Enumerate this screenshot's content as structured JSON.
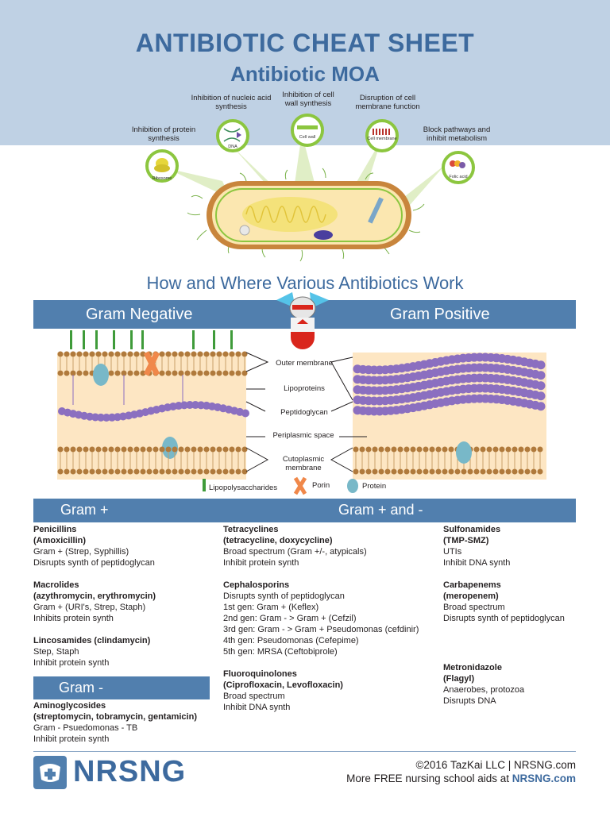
{
  "header": {
    "title": "ANTIBIOTIC CHEAT SHEET",
    "subtitle": "Antibiotic MOA"
  },
  "moa": {
    "protein_synthesis": "Inhibition of protein synthesis",
    "nucleic_acid": "Inhibition of nucleic acid synthesis",
    "cell_wall": "Inhibition of cell wall synthesis",
    "membrane": "Disruption of cell membrane function",
    "metabolism": "Block pathways and inhibit metabolism",
    "icons": {
      "ribosome": "Ribosome",
      "dna": "DNA",
      "cell_wall": "Cell wall",
      "cell_membrane": "Cell membrane",
      "folic_acid": "Folic acid"
    }
  },
  "section_title": "How and Where Various Antibiotics Work",
  "gram_bar": {
    "negative": "Gram Negative",
    "positive": "Gram Positive"
  },
  "diagram_labels": {
    "outer_membrane": "Outer membrane",
    "lipoproteins": "Lipoproteins",
    "peptidoglycan": "Peptidoglycan",
    "periplasmic": "Periplasmic space",
    "cytoplasmic": "Cutoplasmic membrane",
    "legend_lps": "Lipopolysaccharides",
    "legend_porin": "Porin",
    "legend_protein": "Protein"
  },
  "categories": {
    "gram_pos": "Gram +",
    "gram_pos_neg": "Gram + and -",
    "gram_neg": "Gram -"
  },
  "col1": [
    {
      "name": "Penicillins",
      "sub": "(Amoxicillin)",
      "lines": [
        "Gram + (Strep, Syphillis)",
        "Disrupts synth of peptidoglycan"
      ]
    },
    {
      "name": "Macrolides",
      "sub": "(azythromycin, erythromycin)",
      "lines": [
        "Gram + (URI's, Strep, Staph)",
        "Inhibits protein synth"
      ]
    },
    {
      "name": "Lincosamides (clindamycin)",
      "sub": "",
      "lines": [
        "Step, Staph",
        "Inhibit protein synth"
      ]
    }
  ],
  "col1_neg": [
    {
      "name": "Aminoglycosides",
      "sub": "(streptomycin, tobramycin, gentamicin)",
      "lines": [
        "Gram - Psuedomonas - TB",
        "Inhibit protein synth"
      ]
    }
  ],
  "col2": [
    {
      "name": "Tetracyclines",
      "sub": "(tetracycline, doxycycline)",
      "lines": [
        "Broad spectrum (Gram +/-, atypicals)",
        "Inhibit protein synth"
      ]
    },
    {
      "name": "Cephalosporins",
      "sub": "",
      "lines": [
        "Disrupts synth of peptidoglycan",
        "1st gen: Gram + (Keflex)",
        "2nd gen: Gram - > Gram + (Cefzil)",
        "3rd gen: Gram - > Gram + Pseudomonas (cefdinir)",
        "4th gen: Pseudomonas (Cefepime)",
        "5th gen: MRSA (Ceftobiprole)"
      ]
    },
    {
      "name": "Fluoroquinolones",
      "sub": "(Ciprofloxacin, Levofloxacin)",
      "lines": [
        "Broad spectrum",
        "Inhibit DNA synth"
      ]
    }
  ],
  "col3": [
    {
      "name": "Sulfonamides",
      "sub": "(TMP-SMZ)",
      "lines": [
        "UTIs",
        "Inhibit DNA synth"
      ]
    },
    {
      "name": "Carbapenems",
      "sub": "(meropenem)",
      "lines": [
        "Broad spectrum",
        "Disrupts synth of peptidoglycan"
      ]
    }
  ],
  "col3_extra": [
    {
      "name": "Metronidazole",
      "sub": "(Flagyl)",
      "lines": [
        "Anaerobes, protozoa",
        "Disrupts DNA"
      ]
    }
  ],
  "footer": {
    "logo": "NRSNG",
    "copyright": "©2016 TazKai LLC | NRSNG.com",
    "tagline_prefix": "More FREE nursing school aids at ",
    "tagline_link": "NRSNG.com"
  },
  "colors": {
    "header_bg": "#bfd1e4",
    "title_blue": "#3d6a9e",
    "bar_blue": "#517fae",
    "membrane_green": "#8cc63f",
    "bead_purple": "#8b6fc0",
    "bead_brown": "#b07a3c"
  }
}
